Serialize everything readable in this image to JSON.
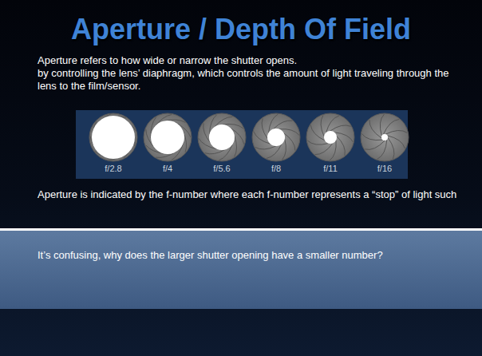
{
  "diagram": {
    "title": "Aperture / Depth Of Field",
    "nodes": [
      {
        "text": [
          "It’s confusing, why does the larger shutter opening have a smaller number?"
        ]
      }
    ],
    "labels": [
      "Aperture refers to how wide or narrow the shutter opens.",
      "by controlling the lens’ diaphragm, which controls the amount of light traveling through the lens to the film/sensor.",
      "f/2.8",
      "f/4",
      "f/5.6",
      "f/8",
      "f/11",
      "f/16",
      "Aperture is indicated by the f-number where each f-number represents a “stop” of light such"
    ]
  }
}
